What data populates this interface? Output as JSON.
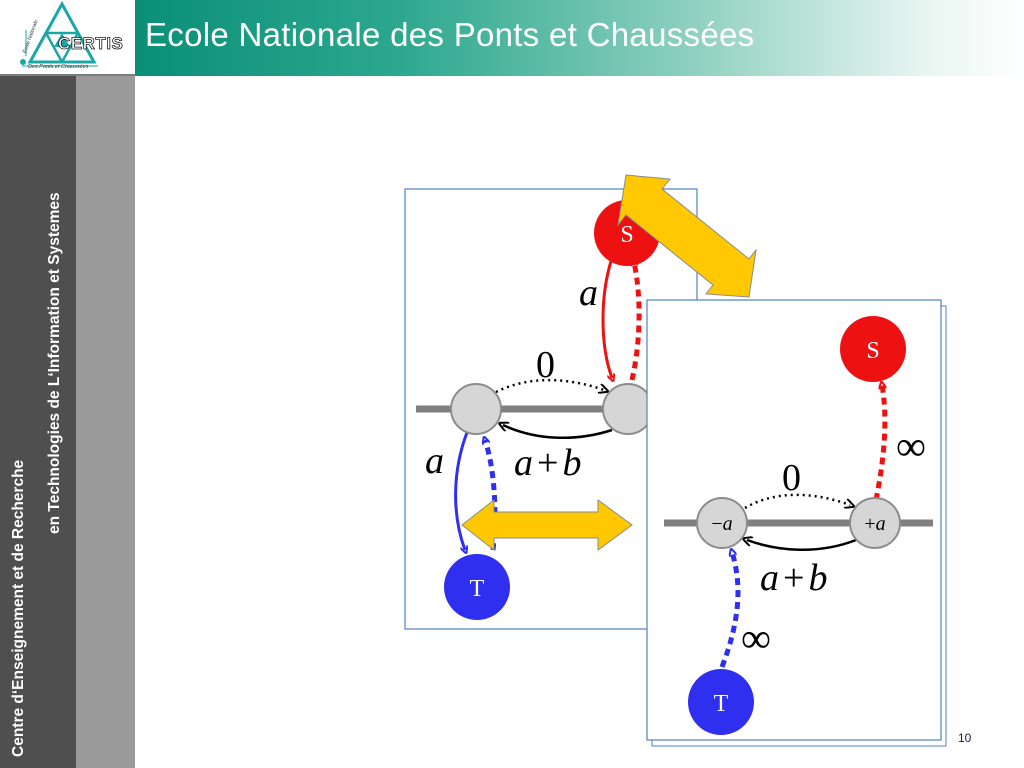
{
  "header": {
    "logo_text": "CERTIS",
    "logo_subtext": "Des Ponts et Chaussées",
    "logo_side_text": "École Nationale",
    "title": "Ecole Nationale des Ponts et Chaussées"
  },
  "sidebar": {
    "line1": "Centre   d‘Enseignement  et  de  Recherche",
    "line2": "en  Technologies de  L‘Information  et Systemes"
  },
  "graph1": {
    "source_label": "S",
    "sink_label": "T",
    "edge_s_left": "a",
    "edge_left_t": "a",
    "edge_left_right": "0",
    "edge_right_left_a": "a",
    "edge_right_left_plus": "+",
    "edge_right_left_b": "b"
  },
  "graph2": {
    "source_label": "S",
    "sink_label": "T",
    "node_left_sign": "−",
    "node_left_var": "a",
    "node_right_sign": "+",
    "node_right_var": "a",
    "edge_left_right": "0",
    "edge_right_left_a": "a",
    "edge_right_left_plus": "+",
    "edge_right_left_b": "b",
    "infinity_top": "∞",
    "infinity_bottom": "∞"
  },
  "page_number": "10",
  "colors": {
    "banner_start": "#0a8f77",
    "source_node": "#ee1111",
    "sink_node": "#2f2ff0",
    "equivalence_arrow": "#ffc800",
    "graph_node": "#d6d6d6",
    "frame_border": "#4f81bd"
  }
}
